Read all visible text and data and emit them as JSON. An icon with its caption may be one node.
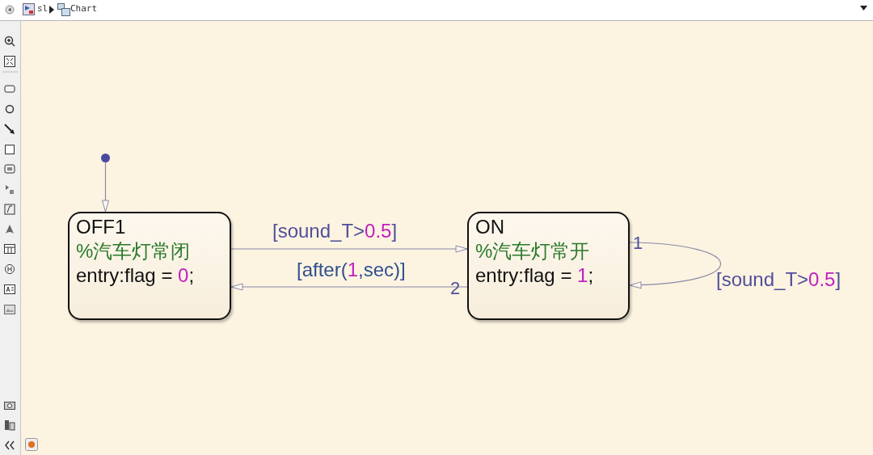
{
  "diagram": {
    "nodes": [
      {
        "text": [
          "OFF1",
          "%汽车灯常闭",
          "entry:flag = 0;"
        ]
      },
      {
        "text": [
          "ON",
          "%汽车灯常开",
          "entry:flag = 1;"
        ]
      },
      {
        "text": [],
        "shape": "circle"
      }
    ],
    "edges": [
      {
        "from": 2,
        "to": 0,
        "arrow": "to"
      },
      {
        "from": 0,
        "to": 1,
        "arrow": "to",
        "label": "[sound_T>0.5]"
      },
      {
        "from": 1,
        "to": 0,
        "arrow": "to",
        "label": "[after(1,sec)]"
      },
      {
        "from": 1,
        "to": 1,
        "arrow": "to",
        "label": "[sound_T>0.5]"
      }
    ],
    "labels": [
      "sl",
      "Chart",
      "1",
      "2"
    ]
  }
}
